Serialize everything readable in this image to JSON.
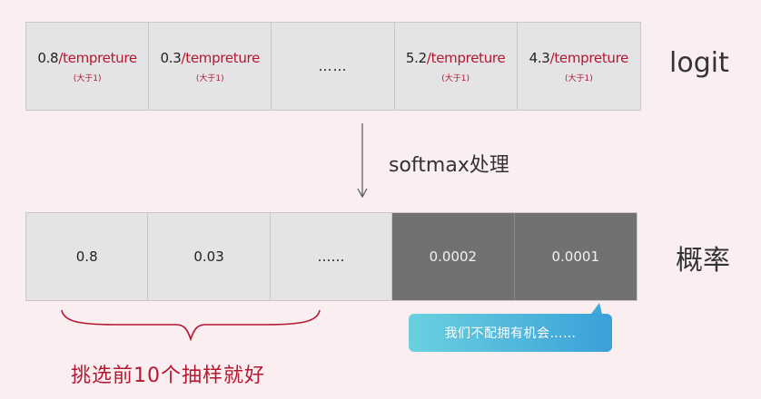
{
  "logit_row": {
    "cells": [
      {
        "value": "0.8",
        "suffix": "/tempreture",
        "note": "(大于1)"
      },
      {
        "value": "0.3",
        "suffix": "/tempreture",
        "note": "(大于1)"
      },
      {
        "dots": "……"
      },
      {
        "value": "5.2",
        "suffix": "/tempreture",
        "note": "(大于1)"
      },
      {
        "value": "4.3",
        "suffix": "/tempreture",
        "note": "(大于1)"
      }
    ],
    "label": "logit"
  },
  "softmax": {
    "label": "softmax处理"
  },
  "prob_row": {
    "cells": [
      "0.8",
      "0.03",
      "……",
      "0.0002",
      "0.0001"
    ],
    "label": "概率"
  },
  "choose_label": "挑选前10个抽样就好",
  "bubble_text": "我们不配拥有机会……",
  "colors": {
    "background": "#fbeef1",
    "accent_red": "#b5172f",
    "cell_light": "#e4e3e6",
    "cell_dark": "#717073",
    "bubble_start": "#6ad1e0",
    "bubble_end": "#3aa0d8"
  }
}
